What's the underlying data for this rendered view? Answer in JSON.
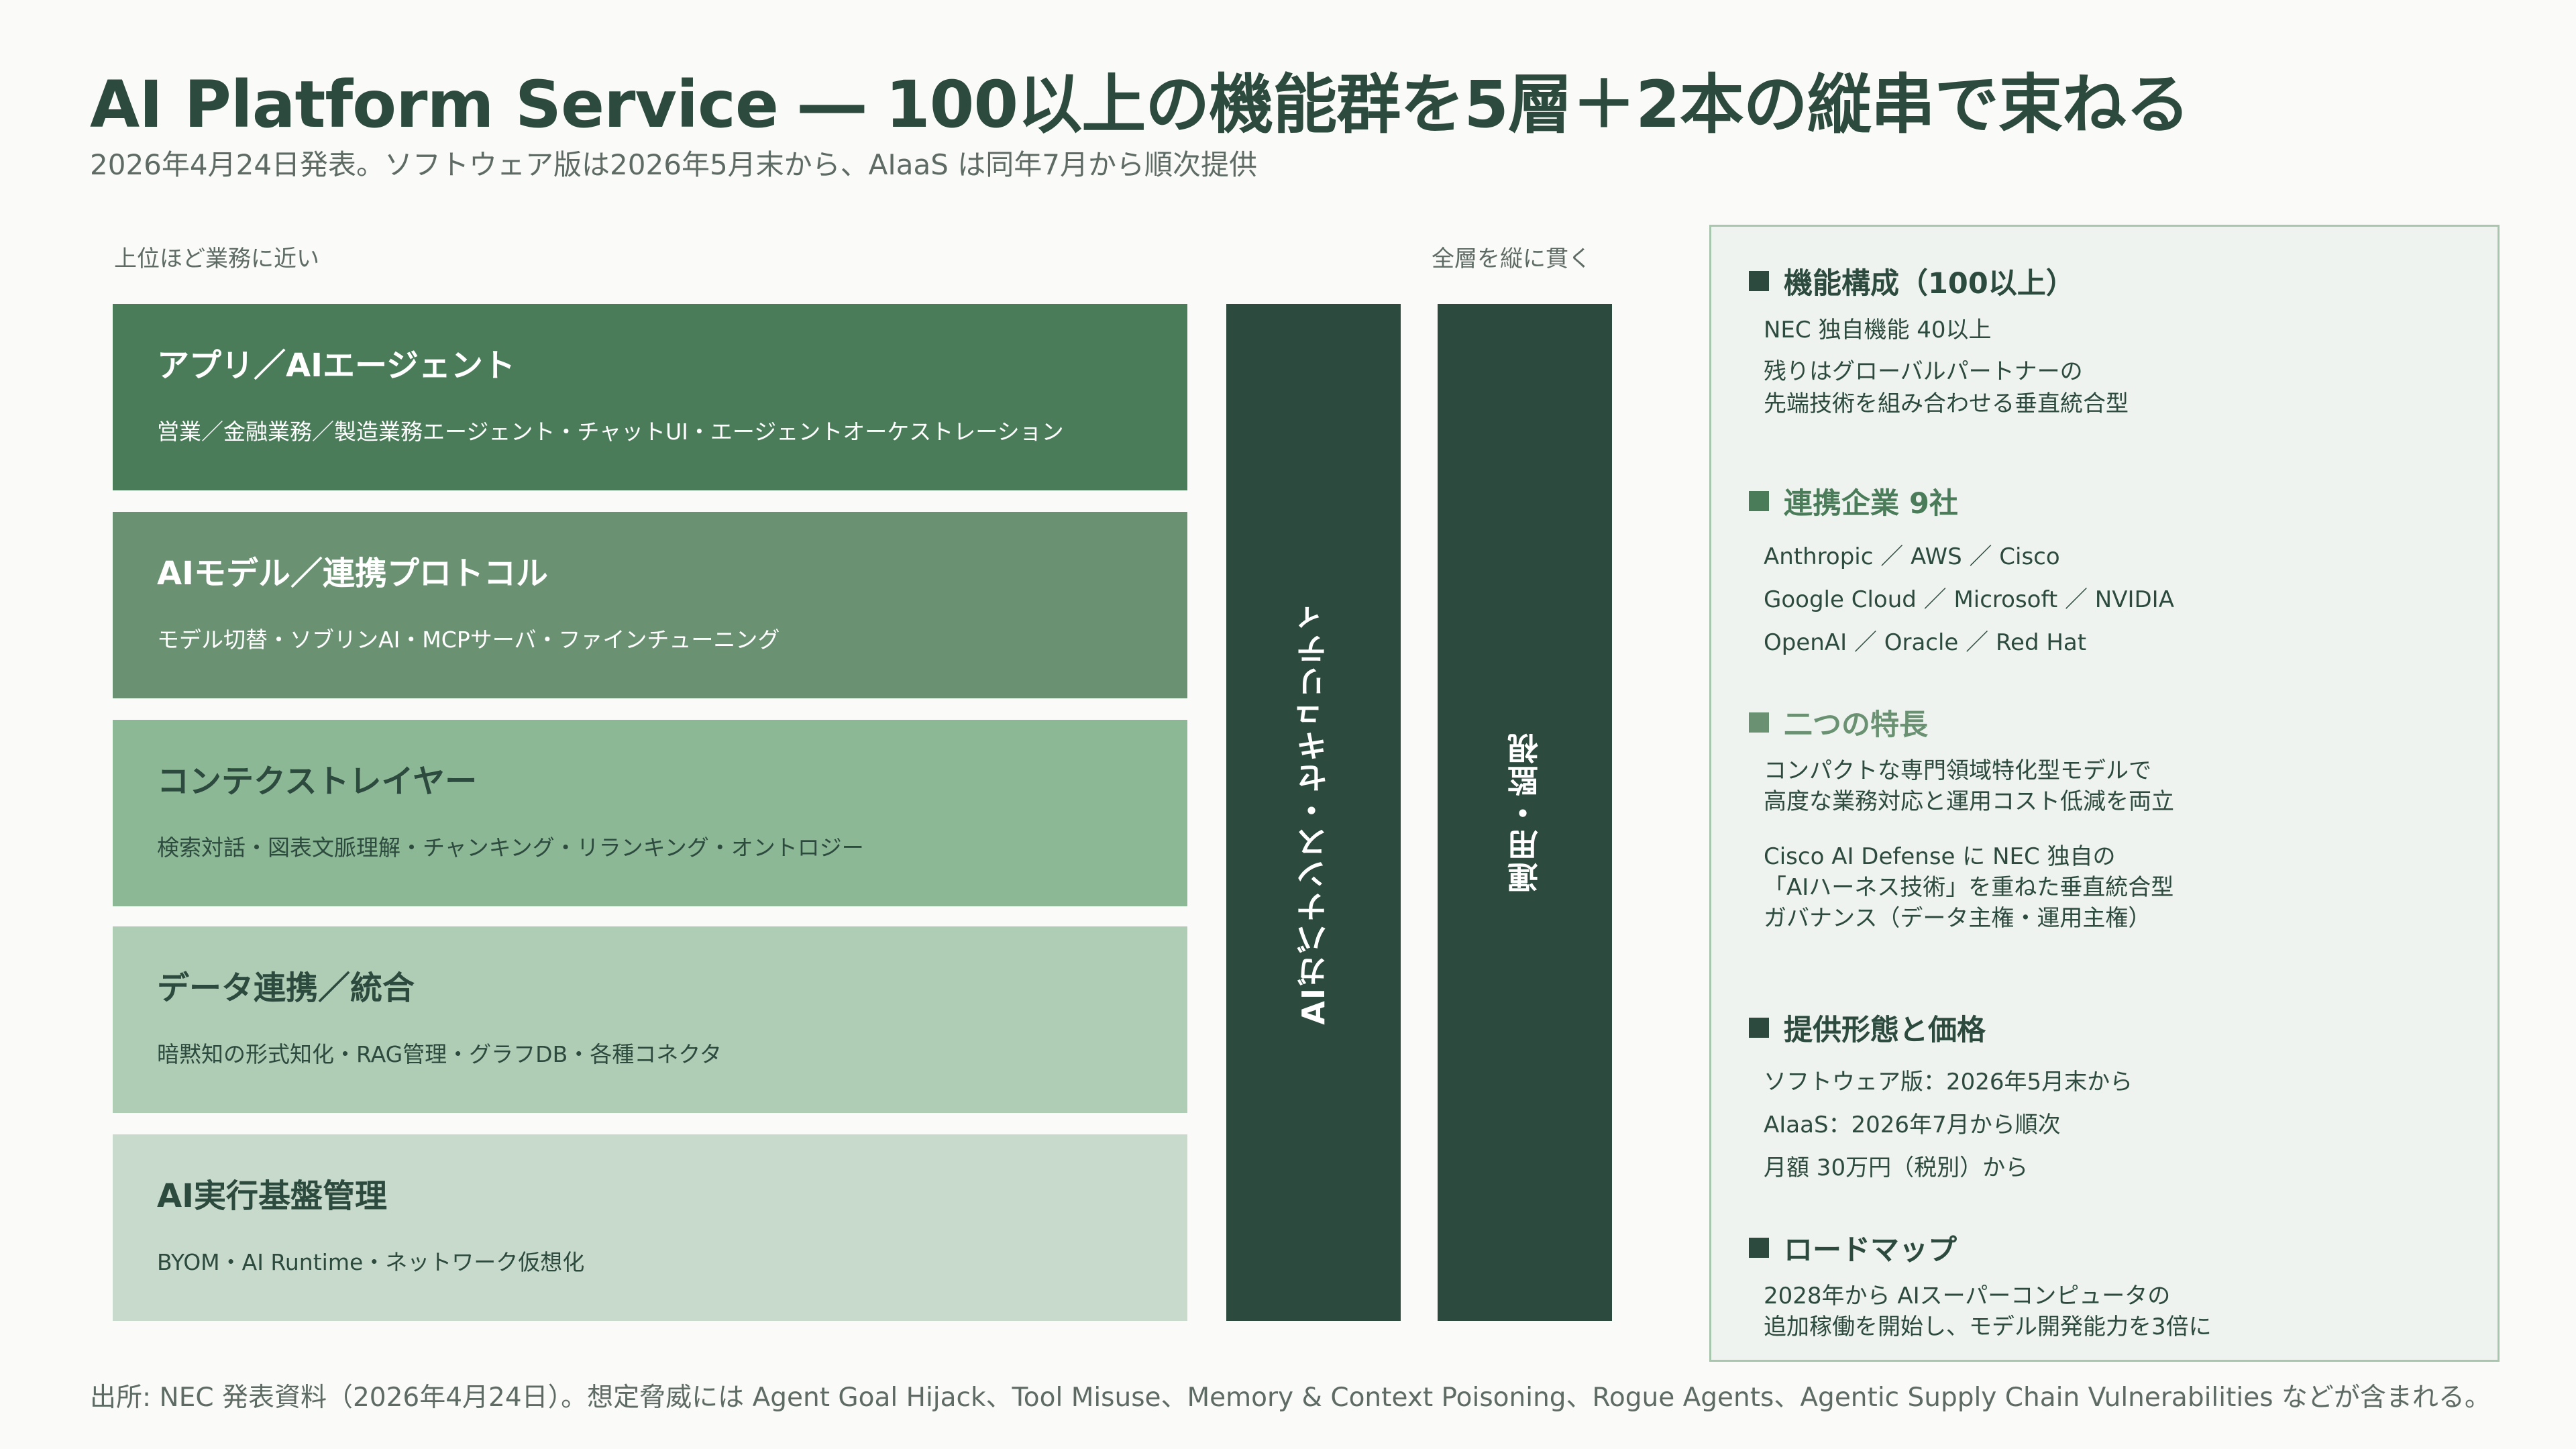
{
  "header": {
    "title": "AI Platform Service ― 100以上の機能群を5層＋2本の縦串で束ねる",
    "subtitle": "2026年4月24日発表。ソフトウェア版は2026年5月末から、AIaaS は同年7月から順次提供"
  },
  "captions": {
    "left": "上位ほど業務に近い",
    "right": "全層を縦に貫く"
  },
  "layers": [
    {
      "title": "アプリ／AIエージェント",
      "desc": "営業／金融業務／製造業務エージェント・チャットUI・エージェントオーケストレーション"
    },
    {
      "title": "AIモデル／連携プロトコル",
      "desc": "モデル切替・ソブリンAI・MCPサーバ・ファインチューニング"
    },
    {
      "title": "コンテクストレイヤー",
      "desc": "検索対話・図表文脈理解・チャンキング・リランキング・オントロジー"
    },
    {
      "title": "データ連携／統合",
      "desc": "暗黙知の形式知化・RAG管理・グラフDB・各種コネクタ"
    },
    {
      "title": "AI実行基盤管理",
      "desc": "BYOM・AI Runtime・ネットワーク仮想化"
    }
  ],
  "pillars": [
    {
      "label": "AIガバナンス・セキュリティ"
    },
    {
      "label": "運用・監視"
    }
  ],
  "panel": {
    "sections": [
      {
        "heading": "機能構成（100以上）",
        "color": "#2d4a3e",
        "lines": [
          "NEC 独自機能 40以上",
          "残りはグローバルパートナーの",
          "先端技術を組み合わせる垂直統合型"
        ]
      },
      {
        "heading": "連携企業 9社",
        "color": "#4a7c59",
        "lines": [
          "Anthropic ／ AWS ／ Cisco",
          "Google Cloud ／ Microsoft ／ NVIDIA",
          "OpenAI ／ Oracle ／ Red Hat"
        ]
      },
      {
        "heading": "二つの特長",
        "color": "#6a9172",
        "lines": [
          "コンパクトな専門領域特化型モデルで",
          "高度な業務対応と運用コスト低減を両立",
          "Cisco AI Defense に NEC 独自の",
          "「AIハーネス技術」を重ねた垂直統合型",
          "ガバナンス（データ主権・運用主権）"
        ]
      },
      {
        "heading": "提供形態と価格",
        "color": "#2d4a3e",
        "lines": [
          "ソフトウェア版：2026年5月末から",
          "AIaaS：2026年7月から順次",
          "月額 30万円（税別）から"
        ]
      },
      {
        "heading": "ロードマップ",
        "color": "#2d4a3e",
        "lines": [
          "2028年から AIスーパーコンピュータの",
          "追加稼働を開始し、モデル開発能力を3倍に"
        ]
      }
    ]
  },
  "footer": "出所: NEC 発表資料（2026年4月24日）。想定脅威には Agent Goal Hijack、Tool Misuse、Memory & Context Poisoning、Rogue Agents、Agentic Supply Chain Vulnerabilities などが含まれる。"
}
